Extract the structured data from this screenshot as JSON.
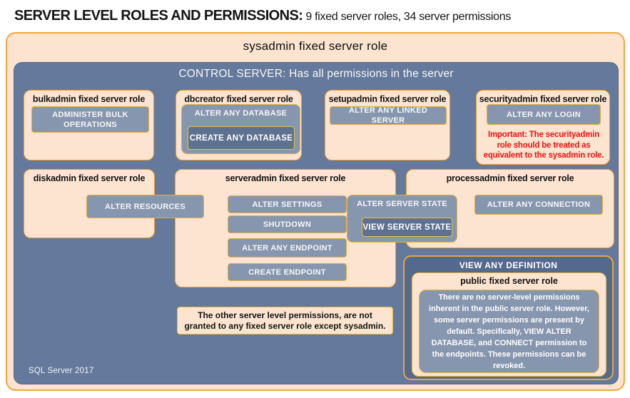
{
  "page_title": {
    "bold": "SERVER LEVEL ROLES AND PERMISSIONS:",
    "rest": " 9 fixed server roles, 34 server permissions"
  },
  "sysadmin": {
    "title": "sysadmin fixed server role"
  },
  "control_server": {
    "title": "CONTROL SERVER: Has all permissions in the server",
    "footer": "SQL Server 2017"
  },
  "roles": {
    "bulkadmin": {
      "title": "bulkadmin fixed server role",
      "permission": "ADMINISTER BULK OPERATIONS"
    },
    "dbcreator": {
      "title": "dbcreator fixed server role",
      "outer_permission": "ALTER ANY DATABASE",
      "nested_permission": "CREATE ANY DATABASE"
    },
    "setupadmin": {
      "title": "setupadmin fixed server role",
      "permission": "ALTER ANY LINKED SERVER"
    },
    "securityadmin": {
      "title": "securityadmin fixed server role",
      "permission": "ALTER ANY LOGIN",
      "warning": "Important: The securityadmin role should be treated as equivalent to the sysadmin role."
    },
    "diskadmin": {
      "title": "diskadmin fixed server role",
      "permission": "ALTER RESOURCES"
    },
    "serveradmin": {
      "title": "serveradmin fixed server role",
      "permissions": [
        "ALTER SETTINGS",
        "SHUTDOWN",
        "ALTER ANY ENDPOINT",
        "CREATE ENDPOINT"
      ],
      "shared_outer_permission": "ALTER SERVER STATE",
      "shared_nested_permission": "VIEW SERVER STATE"
    },
    "processadmin": {
      "title": "processadmin fixed server role",
      "permission": "ALTER ANY CONNECTION"
    },
    "public": {
      "outer_permission": "VIEW ANY DEFINITION",
      "title": "public fixed server role",
      "note": "There are no server-level permissions inherent in the public server role. However, some server permissions are present by default. Specifically, VIEW ALTER DATABASE, and CONNECT permission to the endpoints. These permissions can be revoked."
    }
  },
  "footnote": "The other server level permissions, are not granted to any fixed server role except sysadmin.",
  "colors": {
    "peach_fill": "#fce4d0",
    "orange_border": "#f2a639",
    "role_border": "#f0a032",
    "gold_button_border": "#e4af3a",
    "slate_background": "#64799b",
    "button_fill": "#8796af",
    "nested_button_fill": "#5e7190",
    "viewdef_fill": "#546a8d",
    "warning_red": "#ee1111"
  }
}
